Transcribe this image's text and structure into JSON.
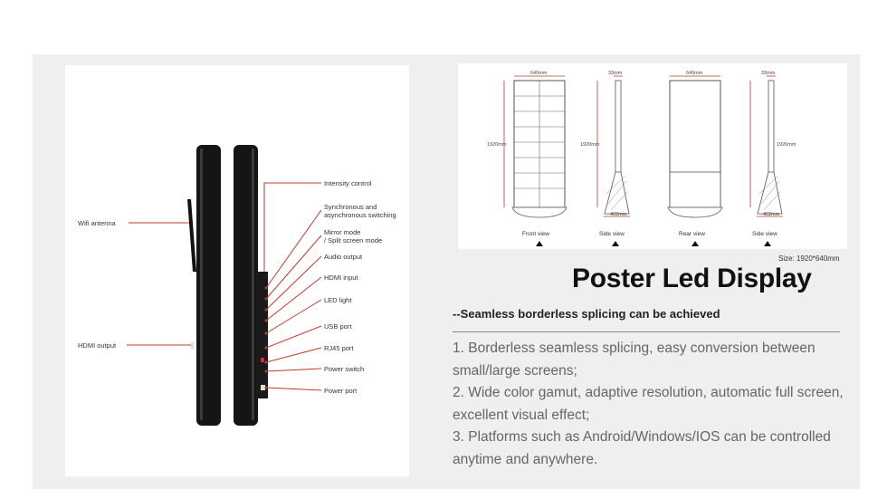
{
  "left_labels": {
    "intensity": "Intensity control",
    "sync": "Synchronous and\nasynchronous switching",
    "mirror": "Mirror mode\n/ Split screen mode",
    "audio": "Audio output",
    "hdmi_in": "HDMI input",
    "led": "LED light",
    "usb": "USB port",
    "rj45": "RJ45 port",
    "power_switch": "Power switch",
    "power_port": "Power port",
    "wifi": "Wifi antenna",
    "hdmi_out": "HDMI output"
  },
  "diagram": {
    "width_label": "640mm",
    "height_label": "1920mm",
    "depth_label": "33mm",
    "base_label": "402mm",
    "views": [
      "Front view",
      "Side view",
      "Rear view",
      "Side view"
    ]
  },
  "size_note": "Size: 1920*640mm",
  "title": "Poster Led Display",
  "subtitle": "--Seamless borderless splicing can be achieved",
  "features": [
    "1. Borderless seamless splicing, easy conversion between small/large screens;",
    "2. Wide color gamut, adaptive resolution, automatic full screen, excellent visual effect;",
    "3. Platforms such as Android/Windows/IOS can be controlled anytime and anywhere."
  ],
  "colors": {
    "accent_line": "#c0392b",
    "text": "#666666",
    "title": "#111111"
  }
}
